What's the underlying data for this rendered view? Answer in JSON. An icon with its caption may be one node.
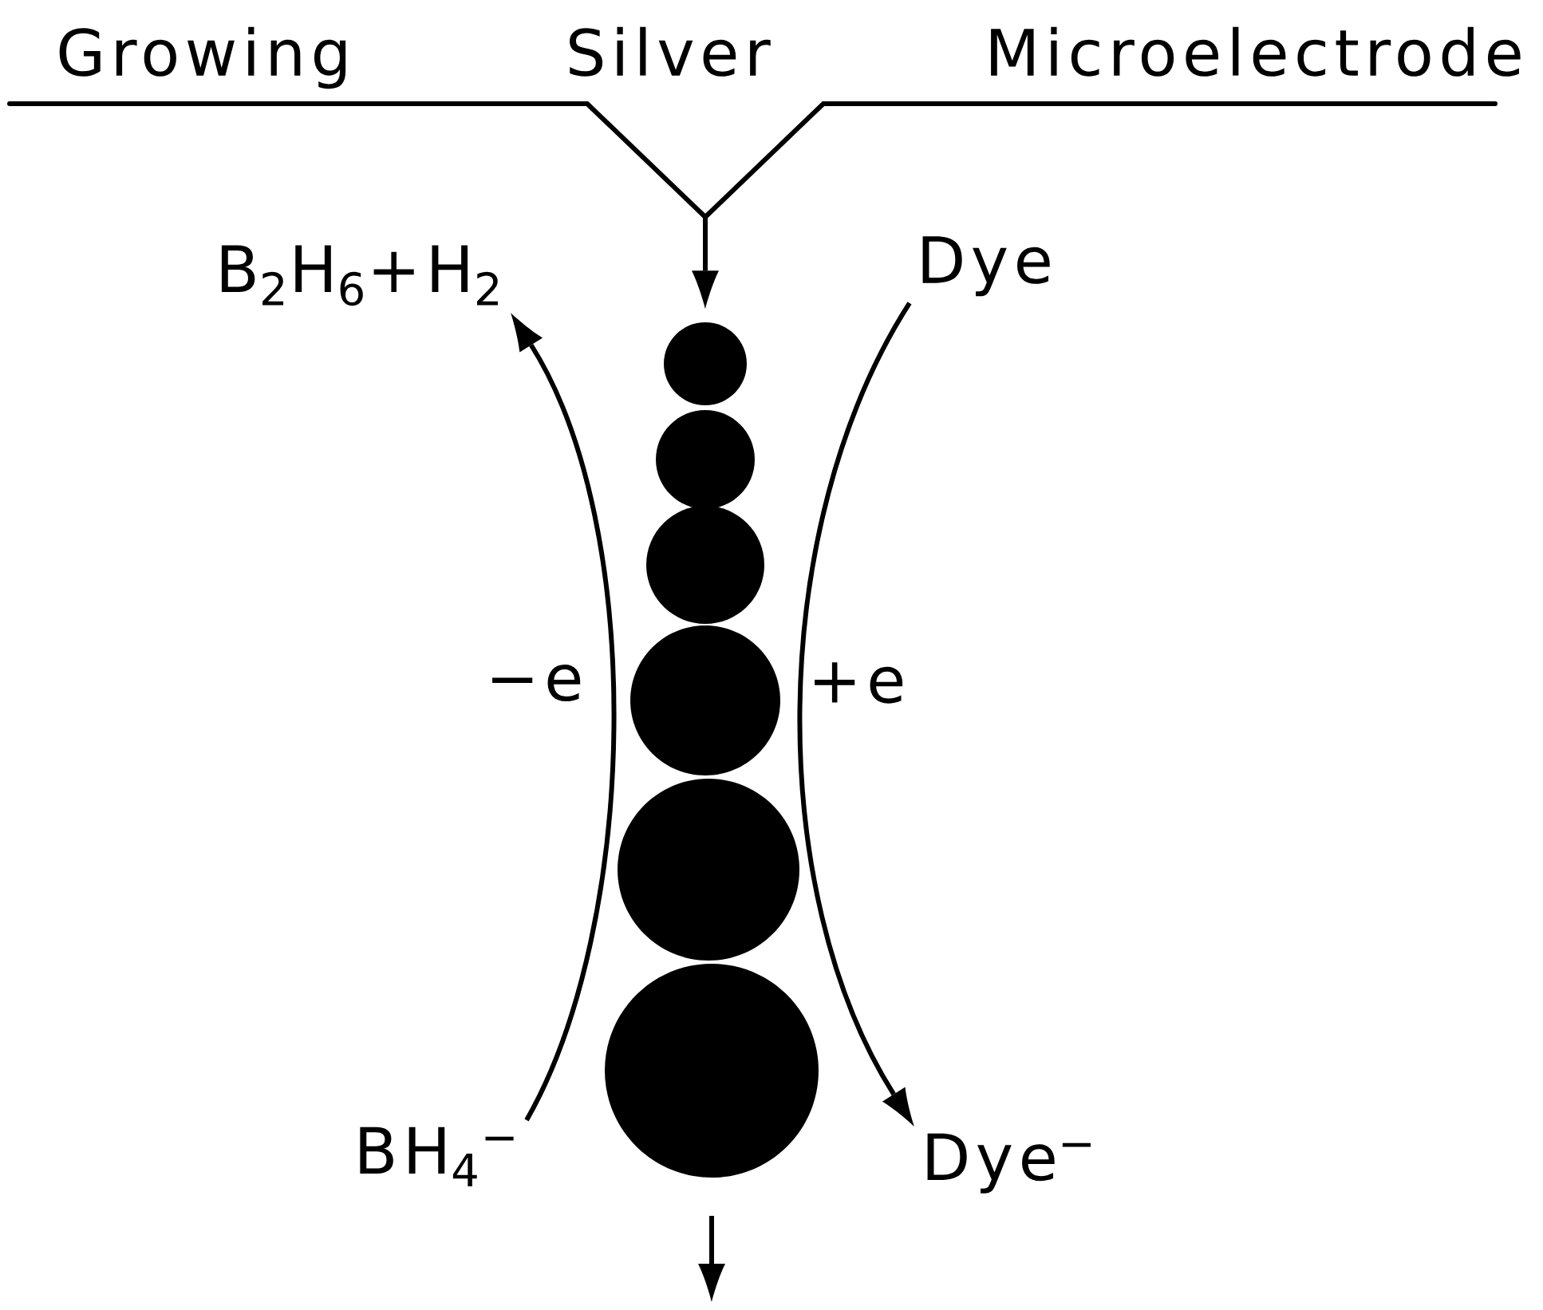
{
  "diagram": {
    "nodes": [
      {
        "text": [
          "Growing Silver Microelectrode"
        ]
      },
      {
        "text": [
          "B$_{2}$H$_{6}$+H$_{2}$"
        ]
      },
      {
        "text": [
          "Dye"
        ]
      },
      {
        "text": [],
        "shape": "circle"
      },
      {
        "text": [],
        "shape": "circle"
      },
      {
        "text": [],
        "shape": "circle"
      },
      {
        "text": [],
        "shape": "circle"
      },
      {
        "text": [],
        "shape": "circle"
      },
      {
        "text": [],
        "shape": "circle"
      },
      {
        "text": [
          "BH$_{4}$$^{−}$"
        ]
      },
      {
        "text": [
          "Dye$^{−}$"
        ]
      }
    ],
    "edges": [
      {
        "from": 0,
        "to": 3,
        "arrow": "to"
      },
      {
        "from": 9,
        "to": 1,
        "arrow": "to",
        "label": "−e"
      },
      {
        "from": 2,
        "to": 10,
        "arrow": "to",
        "label": "+e"
      }
    ]
  }
}
